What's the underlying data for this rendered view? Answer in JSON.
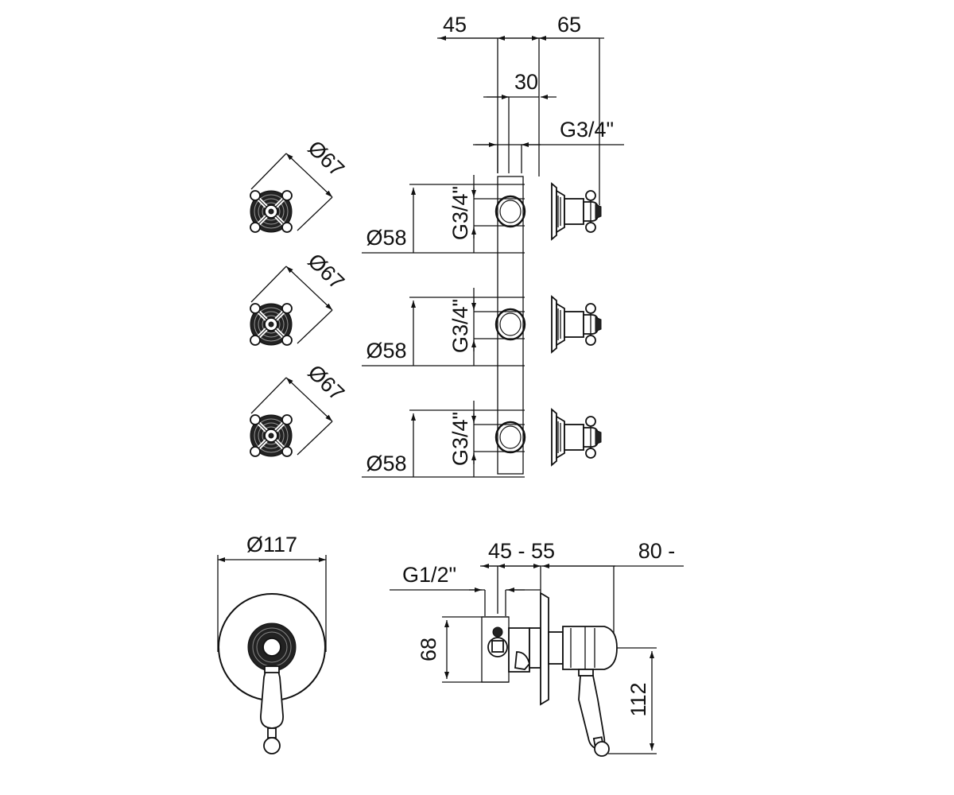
{
  "dimensions": {
    "top_45": "45",
    "top_65": "65",
    "top_30": "30",
    "thread_g34_h": "G3/4\"",
    "rosette_d67": "Ø67",
    "body_d58": "Ø58",
    "thread_g34_v": "G3/4\"",
    "plate_d117": "Ø117",
    "range_45_55": "45 - 55",
    "range_80": "80 -",
    "thread_g12": "G1/2\"",
    "height_68": "68",
    "height_112": "112"
  },
  "colors": {
    "line": "#111111",
    "background": "#ffffff"
  }
}
